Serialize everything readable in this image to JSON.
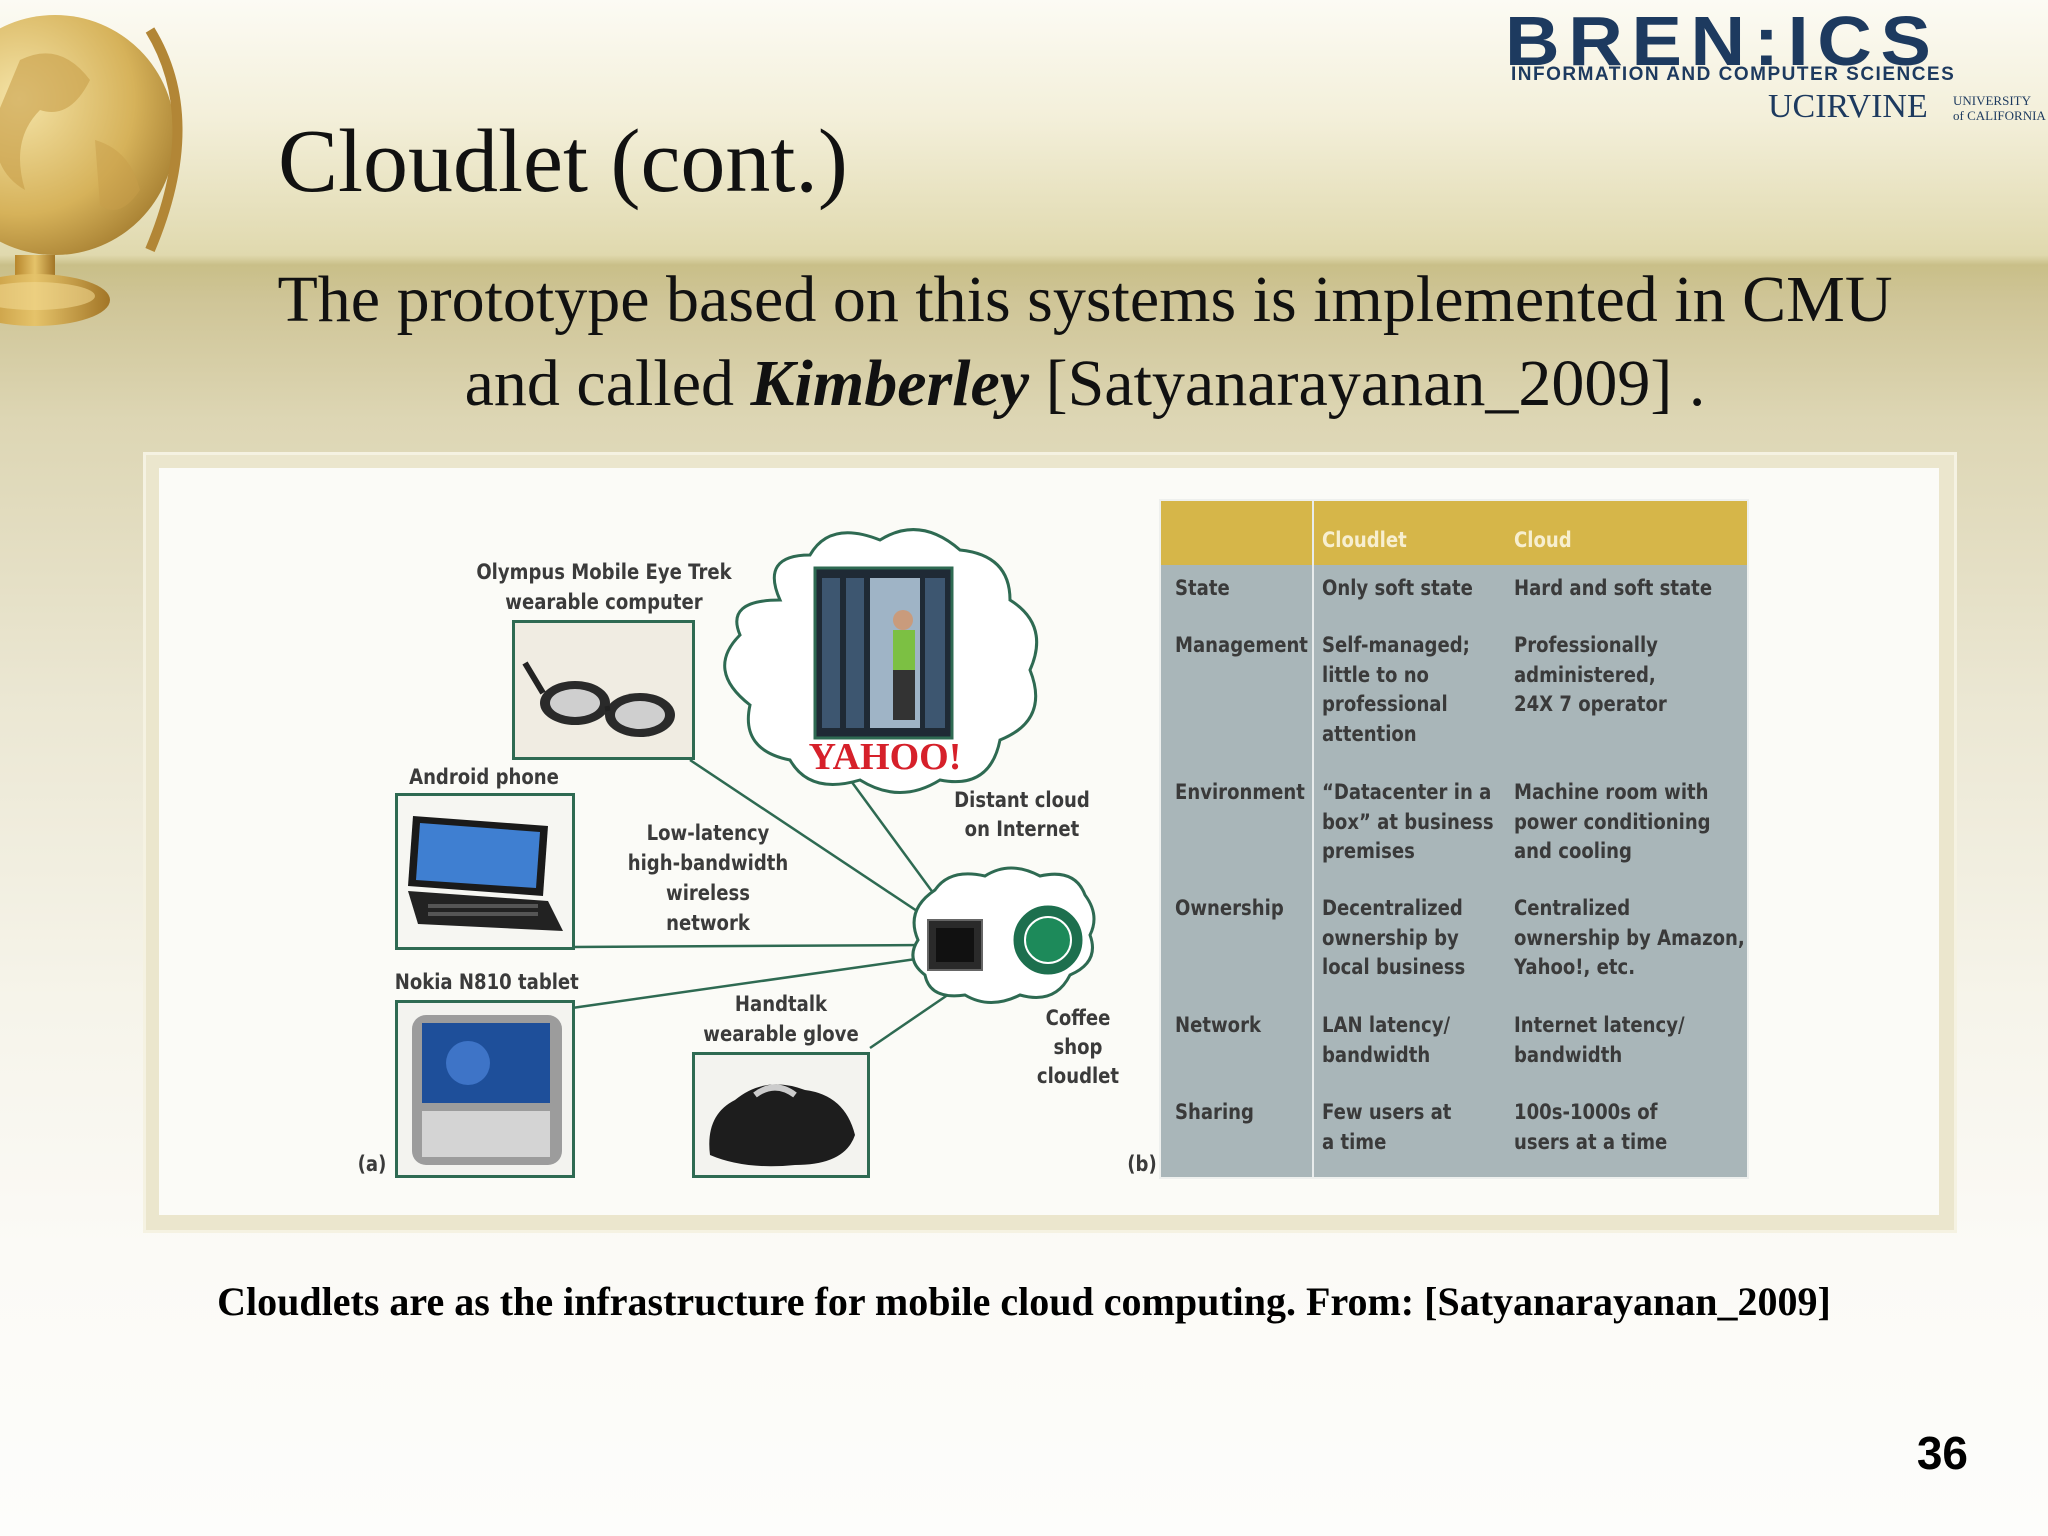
{
  "logo": {
    "bren_ics": "BREN:ICS",
    "school": "INFORMATION AND COMPUTER SCIENCES",
    "uci": "UCIRVINE",
    "uc_line1": "UNIVERSITY",
    "uc_line2": "of CALIFORNIA"
  },
  "title": "Cloudlet (cont.)",
  "subtitle": {
    "part1": "The prototype based on this systems is implemented in CMU and called ",
    "emphasis": "Kimberley",
    "part2": " [Satyanarayanan_2009] ."
  },
  "figure": {
    "diagram_labels": {
      "olympus_line1": "Olympus Mobile Eye Trek",
      "olympus_line2": "wearable computer",
      "android": "Android phone",
      "nokia": "Nokia N810 tablet",
      "network_line1": "Low-latency",
      "network_line2": "high-bandwidth",
      "network_line3": "wireless",
      "network_line4": "network",
      "distant_line1": "Distant cloud",
      "distant_line2": "on Internet",
      "handtalk_line1": "Handtalk",
      "handtalk_line2": "wearable glove",
      "coffee_line1": "Coffee",
      "coffee_line2": "shop",
      "coffee_line3": "cloudlet",
      "yahoo": "YAHOO!",
      "panel_a": "(a)",
      "panel_b": "(b)"
    },
    "table": {
      "headers": [
        "",
        "Cloudlet",
        "Cloud"
      ],
      "rows": [
        {
          "label": "State",
          "cloudlet": [
            "Only soft state"
          ],
          "cloud": [
            "Hard and soft state"
          ]
        },
        {
          "label": "Management",
          "cloudlet": [
            "Self-managed;",
            "little to no",
            "professional",
            "attention"
          ],
          "cloud": [
            "Professionally",
            "administered,",
            "24X 7 operator"
          ]
        },
        {
          "label": "Environment",
          "cloudlet": [
            "“Datacenter in a",
            "box” at business",
            "premises"
          ],
          "cloud": [
            "Machine room with",
            "power conditioning",
            "and cooling"
          ]
        },
        {
          "label": "Ownership",
          "cloudlet": [
            "Decentralized",
            "ownership by",
            "local business"
          ],
          "cloud": [
            "Centralized",
            "ownership by Amazon,",
            "Yahoo!, etc."
          ]
        },
        {
          "label": "Network",
          "cloudlet": [
            "LAN latency/",
            "bandwidth"
          ],
          "cloud": [
            "Internet latency/",
            "bandwidth"
          ]
        },
        {
          "label": "Sharing",
          "cloudlet": [
            "Few users at",
            "a time"
          ],
          "cloud": [
            "100s-1000s of",
            "users at a time"
          ]
        }
      ]
    }
  },
  "caption": "Cloudlets are as the infrastructure for mobile cloud computing. From: [Satyanarayanan_2009]",
  "page_number": "36",
  "colors": {
    "table_header": "#d6b649",
    "table_body": "#a9b6b9",
    "photo_border": "#2e6a52",
    "logo_blue": "#1d3a5f",
    "yahoo_red": "#d6202a"
  }
}
